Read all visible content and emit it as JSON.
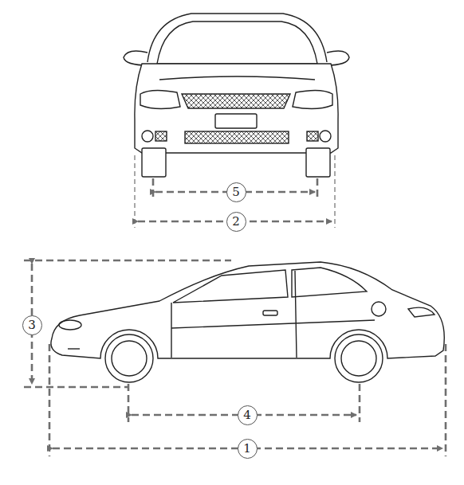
{
  "diagram": {
    "nodes": [
      {
        "text": [
          "5"
        ]
      },
      {
        "text": [
          "2"
        ]
      },
      {
        "text": [
          "3"
        ]
      },
      {
        "text": [
          "4"
        ]
      },
      {
        "text": [
          "1"
        ]
      }
    ]
  }
}
